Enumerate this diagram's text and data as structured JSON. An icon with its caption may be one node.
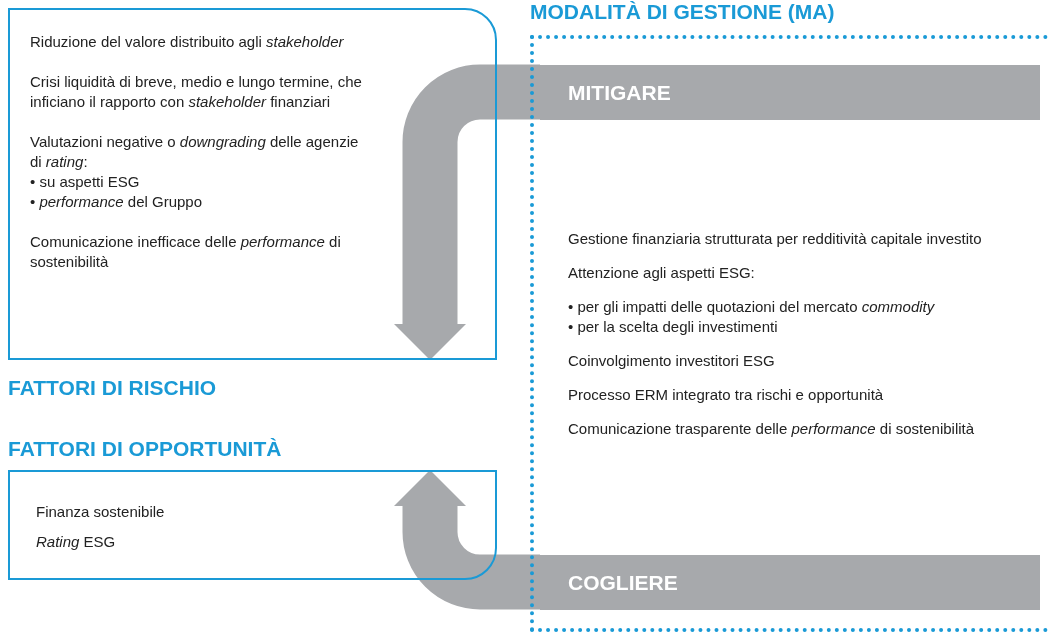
{
  "diagram": {
    "nodes": [
      {
        "text": [
          "Riduzione del valore distribuito agli *stakeholder*",
          "Crisi liquidità di breve, medio e lungo termine, che inficiano il rapporto con *stakeholder* finanziari",
          "Valutazioni negative o *downgrading* delle agenzie di *rating*:",
          "• su aspetti ESG",
          "• *performance* del Gruppo",
          "Comunicazione inefficace delle *performance* di sostenibilità",
          "FATTORI DI RISCHIO"
        ]
      },
      {
        "text": [
          "MODALITÀ DI GESTIONE (MA)",
          "Gestione finanziaria strutturata per redditività capitale investito",
          "Attenzione agli aspetti ESG:",
          "• per gli impatti delle quotazioni del mercato *commodity*",
          "• per la scelta degli investimenti",
          "Coinvolgimento investitori ESG",
          "Processo ERM integrato tra rischi e opportunità",
          "Comunicazione trasparente delle *performance* di sostenibilità"
        ]
      },
      {
        "text": [
          "MITIGARE"
        ]
      },
      {
        "text": [
          "FATTORI DI OPPORTUNITÀ",
          "Finanza sostenibile",
          "*Rating* ESG"
        ]
      },
      {
        "text": [
          "COGLIERE"
        ]
      }
    ],
    "edges": [
      {
        "from": 2,
        "to": 0,
        "arrow": "to"
      },
      {
        "from": 4,
        "to": 3,
        "arrow": "to"
      }
    ]
  }
}
